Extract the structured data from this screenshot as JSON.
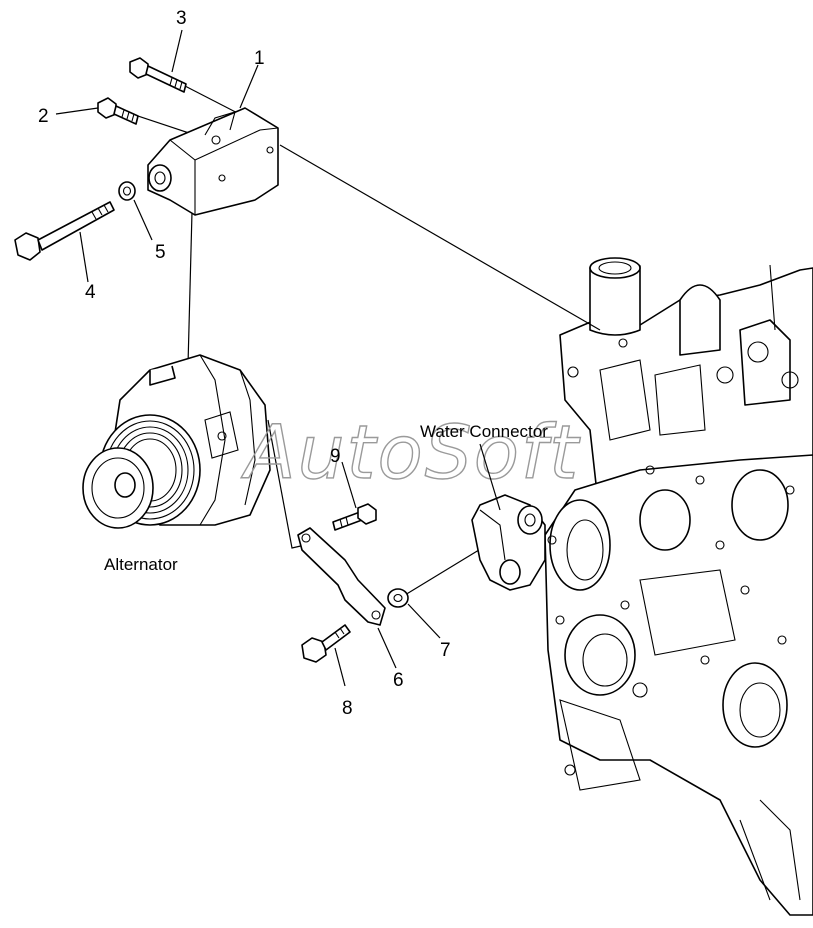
{
  "labels": {
    "alternator": "Alternator",
    "water_connector": "Water Connector"
  },
  "callouts": [
    "1",
    "2",
    "3",
    "4",
    "5",
    "6",
    "7",
    "8",
    "9"
  ],
  "watermark": "AutoSoft"
}
